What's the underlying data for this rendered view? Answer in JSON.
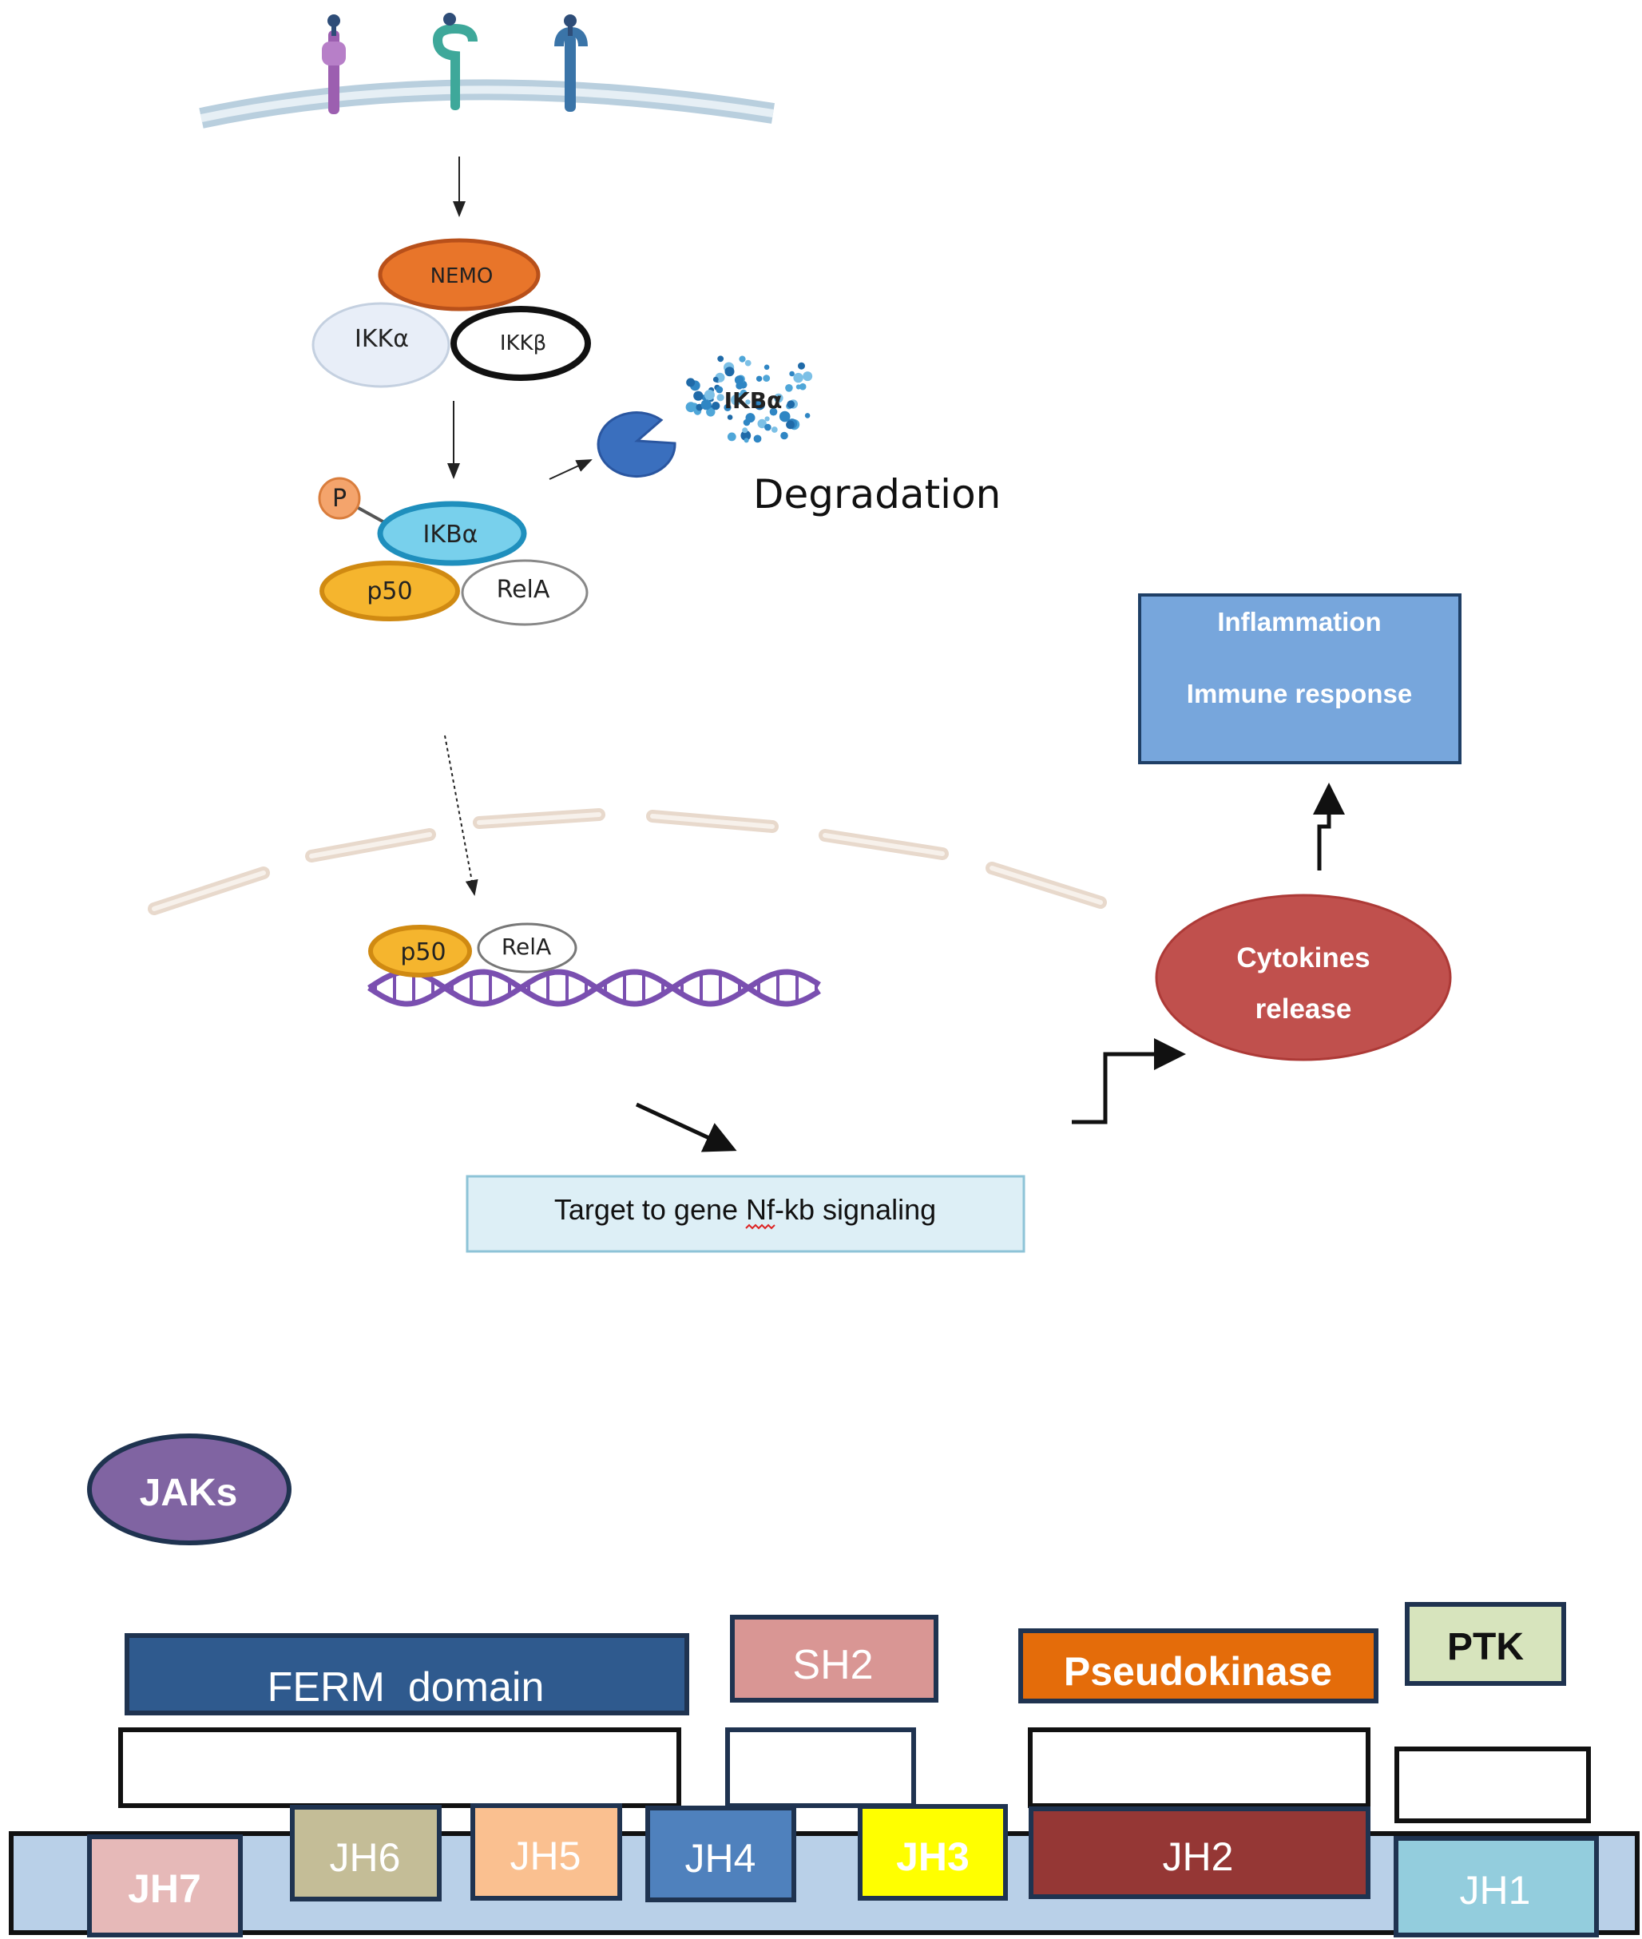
{
  "pathway": {
    "nemo": "NEMO",
    "ikka": "IKKα",
    "ikkb": "IKKβ",
    "ikba_degraded": "IKBα",
    "degradation": "Degradation",
    "phospho": "P",
    "ikba": "IKBα",
    "p50": "p50",
    "rela": "RelA",
    "p50_nuclear": "p50",
    "rela_nuclear": "RelA",
    "target_gene": "Target to gene Nf-kb signaling",
    "cytokines_line1": "Cytokines",
    "cytokines_line2": "release",
    "outcome_line1": "Inflammation",
    "outcome_line2": "Immune response"
  },
  "jak": {
    "title": "JAKs",
    "domains": {
      "ferm": "FERM  domain",
      "sh2": "SH2",
      "pseudokinase": "Pseudokinase",
      "ptk": "PTK"
    },
    "homology": {
      "jh7": "JH7",
      "jh6": "JH6",
      "jh5": "JH5",
      "jh4": "JH4",
      "jh3": "JH3",
      "jh2": "JH2",
      "jh1": "JH1"
    }
  },
  "colors": {
    "nemo": "#E8752A",
    "ikba": "#78D0EC",
    "p50": "#F5B52E",
    "proteasome": "#3A6FBE",
    "outcome_box": "#77A6DC",
    "cytokines": "#C0504D",
    "target_box": "#DDEFF6",
    "jaks": "#8064A2",
    "ferm": "#2F5A8E",
    "sh2": "#D99694",
    "pseudokinase": "#E46C0A",
    "ptk": "#D7E4BD",
    "bar": "#B9D0E8",
    "jh7": "#E6B9B8",
    "jh6": "#C4BD97",
    "jh5": "#FAC090",
    "jh4": "#4F81BD",
    "jh3": "#FFFF00",
    "jh2": "#953735",
    "jh1": "#93CDDD"
  }
}
